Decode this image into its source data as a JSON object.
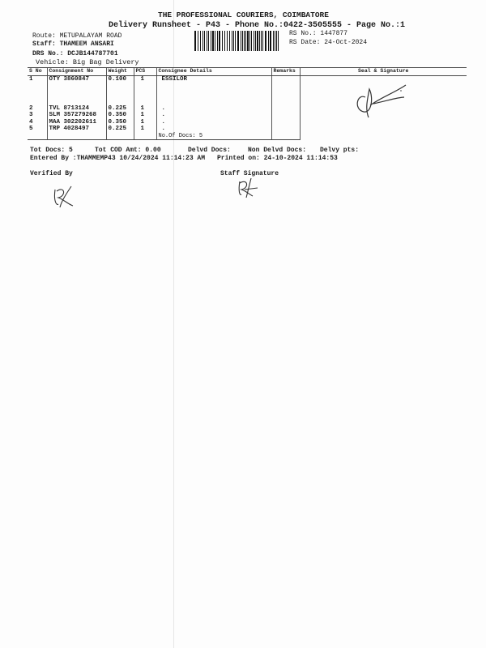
{
  "header": {
    "company": "THE PROFESSIONAL COURIERS, COIMBATORE",
    "subtitle": "Delivery Runsheet - P43 - Phone No.:0422-3505555 - Page No.:1",
    "route": "Route: METUPALAYAM ROAD",
    "staff": "Staff: THAMEEM ANSARI",
    "drs": "DRS No.: DCJB144787701",
    "vehicle": "Vehicle: Big Bag Delivery",
    "rs_no": "RS No.: 1447877",
    "rs_date": "RS Date: 24-Oct-2024"
  },
  "table": {
    "headers": [
      "S No",
      "Consignment No",
      "Weight",
      "PCS",
      "Consignee Details",
      "Remarks",
      "Seal & Signature"
    ],
    "rows": [
      {
        "sno": "1",
        "cn": "OTY 3860847",
        "wt": "0.100",
        "pcs": "1",
        "consignee": "ESSILOR"
      },
      {
        "sno": "2",
        "cn": "TVL 8713124",
        "wt": "0.225",
        "pcs": "1",
        "consignee": "."
      },
      {
        "sno": "3",
        "cn": "SLM 357279268",
        "wt": "0.350",
        "pcs": "1",
        "consignee": "."
      },
      {
        "sno": "4",
        "cn": "MAA 302202611",
        "wt": "0.350",
        "pcs": "1",
        "consignee": "."
      },
      {
        "sno": "5",
        "cn": "TRP 4028497",
        "wt": "0.225",
        "pcs": "1",
        "consignee": "."
      }
    ],
    "no_of_docs": "No.Of Docs: 5"
  },
  "footer": {
    "tot_docs": "Tot Docs:   5",
    "tot_cod": "Tot COD Amt:    0.00",
    "delvd": "Delvd Docs:",
    "non_delvd": "Non Delvd Docs:",
    "delvy_pts": "Delvy pts:",
    "entered_by": "Entered By :THAMMEMP43 10/24/2024 11:14:23 AM",
    "printed_on": "Printed on: 24-10-2024 11:14:53",
    "verified_by": "Verified By",
    "staff_signature": "Staff Signature"
  }
}
